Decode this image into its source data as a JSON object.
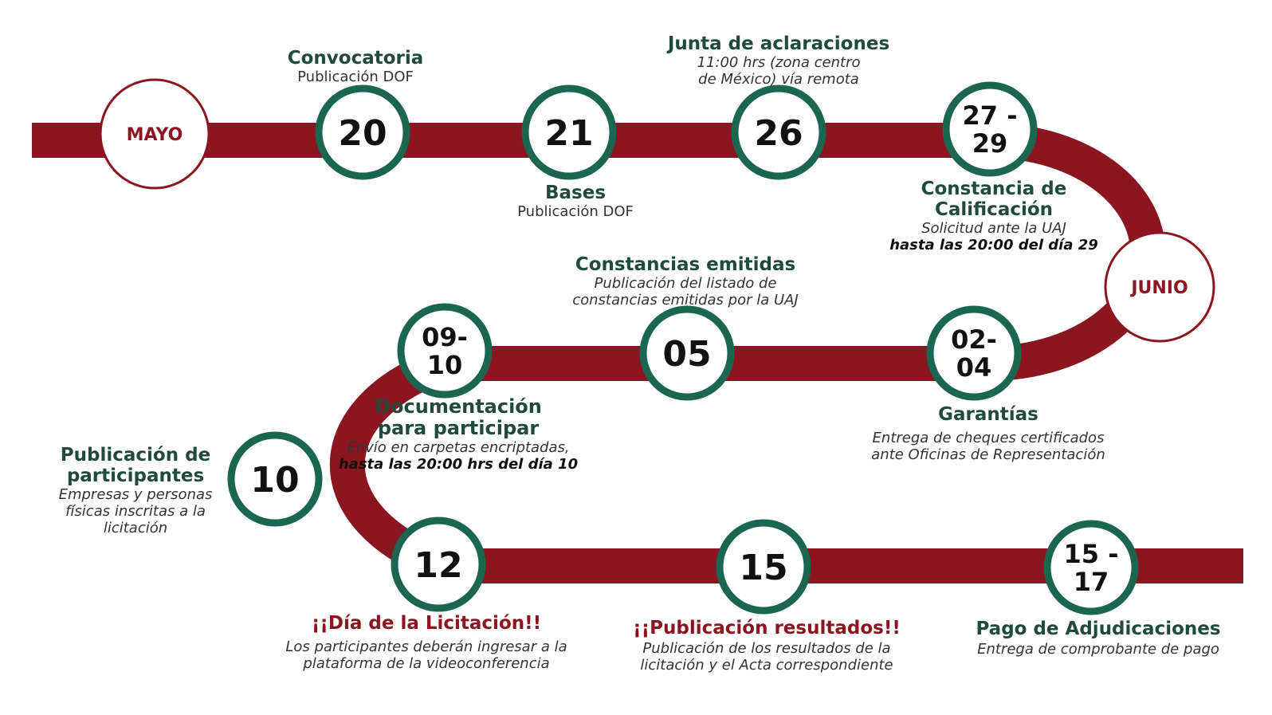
{
  "colors": {
    "track": "#8b1520",
    "node_ring": "#1a6650",
    "title": "#1f4a3c",
    "highlight_title": "#8b1520"
  },
  "months": {
    "mayo": "MAYO",
    "junio": "JUNIO"
  },
  "nodes": {
    "d20": {
      "date": [
        "20"
      ]
    },
    "d21": {
      "date": [
        "21"
      ]
    },
    "d26": {
      "date": [
        "26"
      ]
    },
    "d27": {
      "date": [
        "27 -",
        "29"
      ]
    },
    "d02": {
      "date": [
        "02-",
        "04"
      ]
    },
    "d05": {
      "date": [
        "05"
      ]
    },
    "d09": {
      "date": [
        "09-",
        "10"
      ]
    },
    "d10": {
      "date": [
        "10"
      ]
    },
    "d12": {
      "date": [
        "12"
      ]
    },
    "d15": {
      "date": [
        "15"
      ]
    },
    "d1517": {
      "date": [
        "15 -",
        "17"
      ]
    }
  },
  "events": {
    "convocatoria": {
      "title": "Convocatoria",
      "sub": "Publicación DOF"
    },
    "bases": {
      "title": "Bases",
      "sub": "Publicación DOF"
    },
    "junta": {
      "title": "Junta de aclaraciones",
      "sub1": "11:00 hrs (zona centro",
      "sub2": "de México) vía remota"
    },
    "constancia": {
      "title1": "Constancia de",
      "title2": "Calificación",
      "sub": "Solicitud ante la UAJ",
      "bold": "hasta las 20:00 del día 29"
    },
    "emitidas": {
      "title": "Constancias emitidas",
      "sub1": "Publicación del listado de",
      "sub2": "constancias emitidas por la UAJ"
    },
    "garantias": {
      "title": "Garantías",
      "sub1": "Entrega de cheques certificados",
      "sub2": "ante Oficinas de Representación"
    },
    "documentacion": {
      "title1": "Documentación",
      "title2": "para participar",
      "sub": "Envío en carpetas encriptadas,",
      "bold": "hasta las 20:00 hrs del día 10"
    },
    "publicacion_participantes": {
      "title1": "Publicación de",
      "title2": "participantes",
      "sub1": "Empresas y personas",
      "sub2": "físicas inscritas a la",
      "sub3": "licitación"
    },
    "dia_licitacion": {
      "title": "¡¡Día de la Licitación!!",
      "sub1": "Los participantes deberán ingresar a la",
      "sub2": "plataforma de la videoconferencia"
    },
    "resultados": {
      "title": "¡¡Publicación resultados!!",
      "sub1": "Publicación de los resultados de la",
      "sub2": "licitación y el Acta correspondiente"
    },
    "pago": {
      "title": "Pago de Adjudicaciones",
      "sub": "Entrega de comprobante de pago"
    }
  }
}
